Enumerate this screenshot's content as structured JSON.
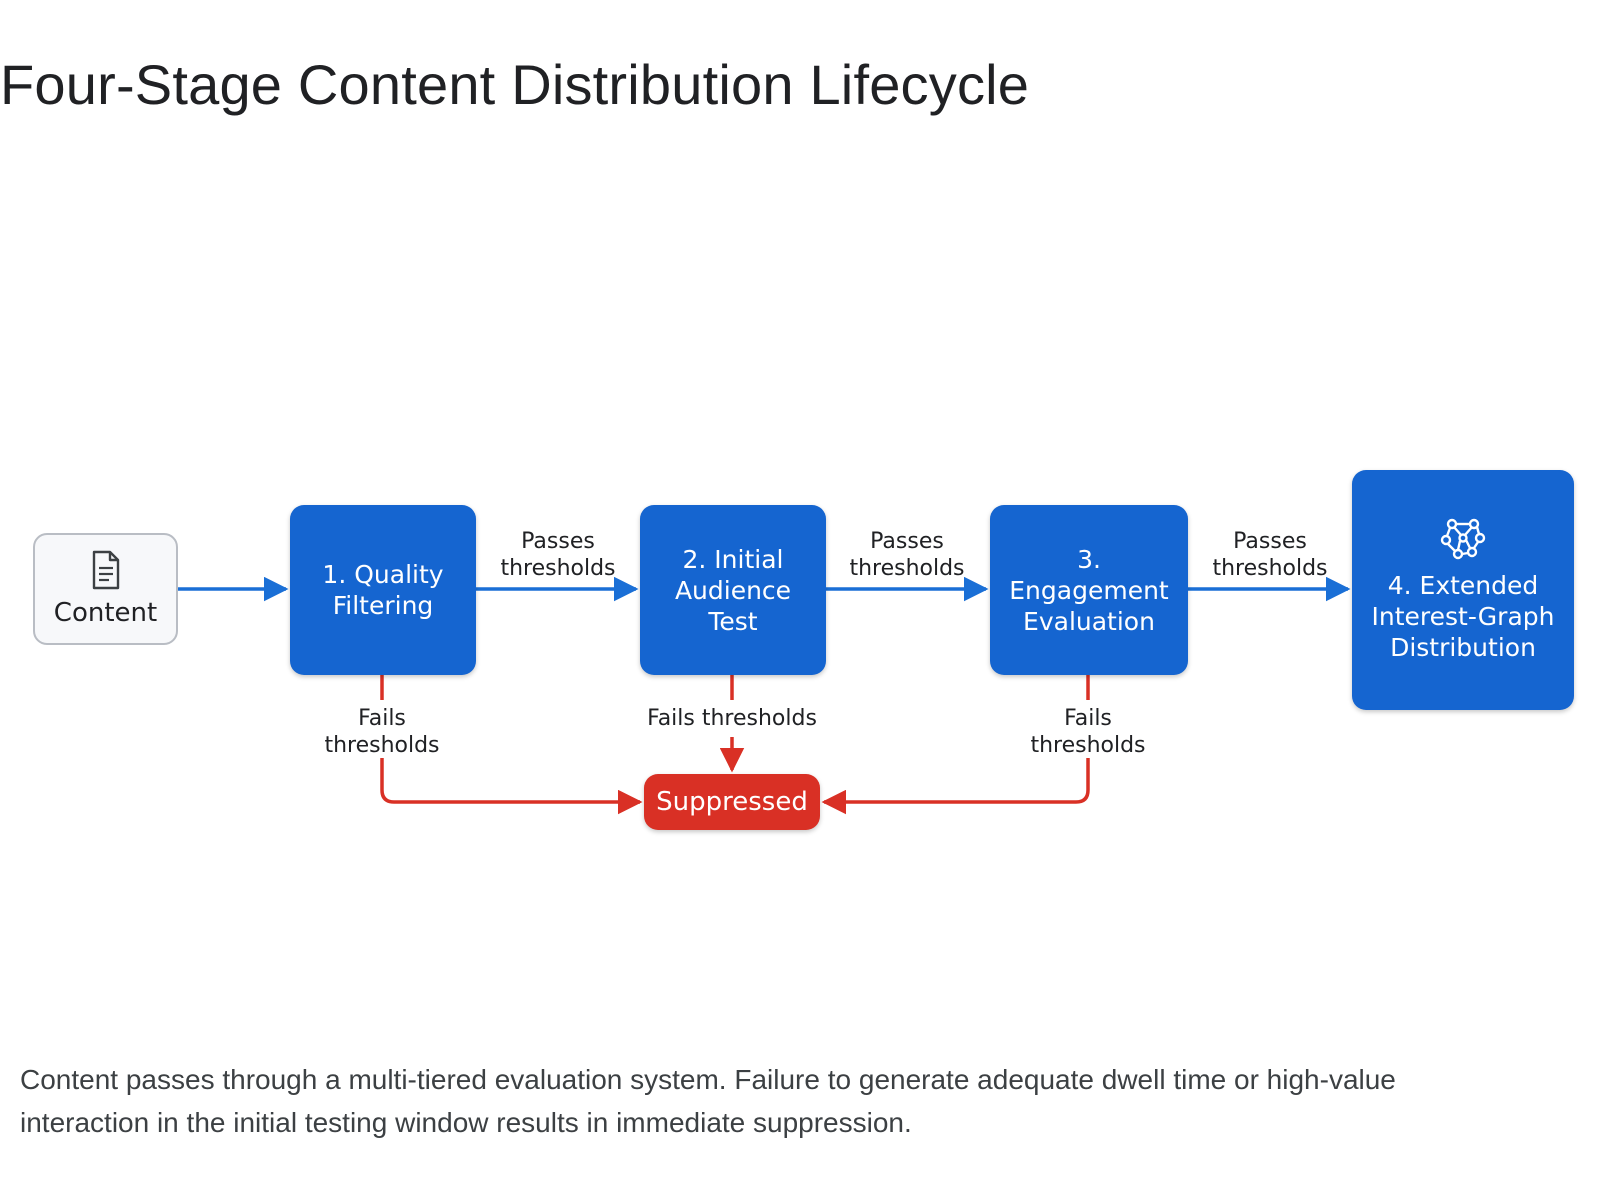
{
  "title": "Four-Stage Content Distribution Lifecycle",
  "nodes": {
    "content": {
      "label": "Content",
      "icon": "document-icon"
    },
    "stage1": {
      "label": "1. Quality Filtering"
    },
    "stage2": {
      "label": "2. Initial Audience Test"
    },
    "stage3": {
      "label": "3. Engagement Evaluation"
    },
    "stage4": {
      "label": "4. Extended Interest-Graph Distribution",
      "icon": "network-graph-icon"
    },
    "suppressed": {
      "label": "Suppressed"
    }
  },
  "edges": {
    "pass_1_2": "Passes thresholds",
    "pass_2_3": "Passes thresholds",
    "pass_3_4": "Passes thresholds",
    "fail_1": "Fails thresholds",
    "fail_2": "Fails thresholds",
    "fail_3": "Fails thresholds"
  },
  "colors": {
    "stage_blue": "#1565d0",
    "flow_blue": "#1a6fd6",
    "fail_red": "#d93025",
    "content_bg": "#f7f8fa"
  },
  "caption": "Content passes through a multi-tiered evaluation system. Failure to generate adequate dwell time or high-value interaction in the initial testing window results in immediate suppression."
}
